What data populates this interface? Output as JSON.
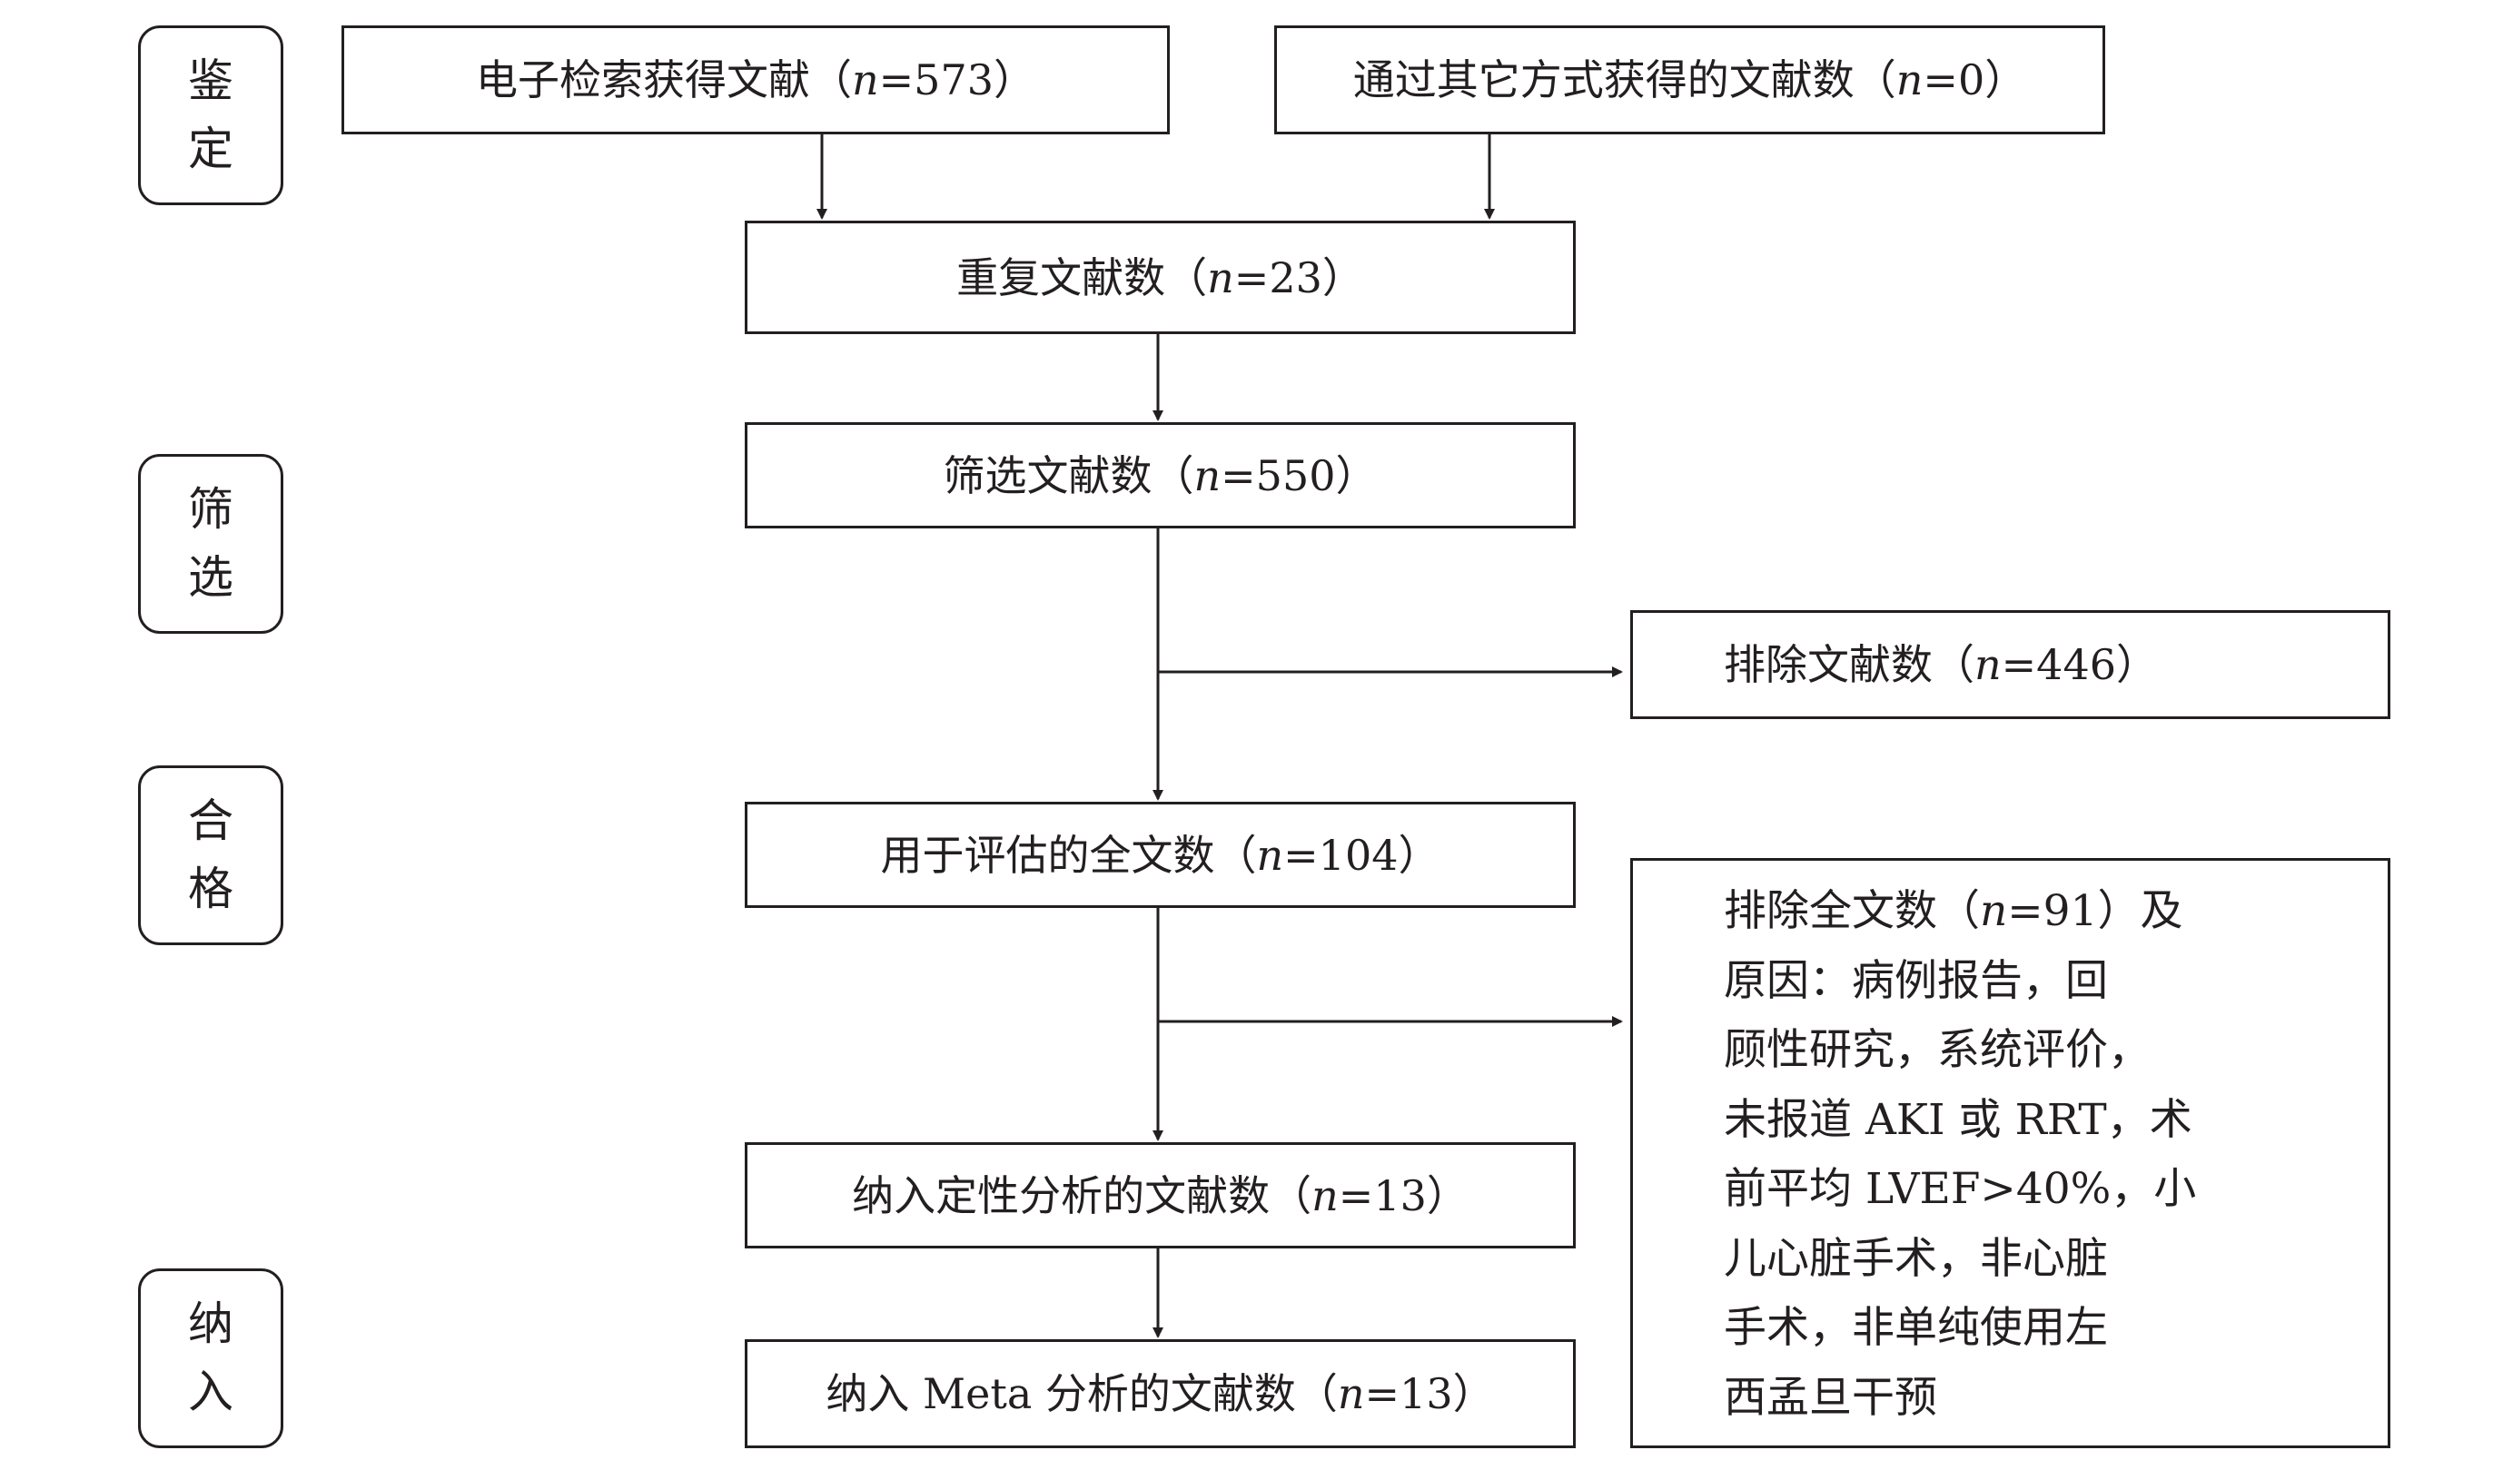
{
  "stages": {
    "identification": [
      "鉴",
      "定"
    ],
    "screening": [
      "筛",
      "选"
    ],
    "eligibility": [
      "合",
      "格"
    ],
    "included": [
      "纳",
      "入"
    ]
  },
  "boxes": {
    "electronic_search": {
      "text": "电子检索获得文献（",
      "n": "n",
      "value": "=573",
      "close": "）"
    },
    "other_sources": {
      "text": "通过其它方式获得的文献数（",
      "n": "n",
      "value": "=0",
      "close": "）"
    },
    "duplicates": {
      "text": "重复文献数（",
      "n": "n",
      "value": "=23",
      "close": "）"
    },
    "screened": {
      "text": "筛选文献数（",
      "n": "n",
      "value": "=550",
      "close": "）"
    },
    "excluded": {
      "text": "排除文献数（",
      "n": "n",
      "value": "=446",
      "close": "）"
    },
    "full_text_assessed": {
      "text": "用于评估的全文数（",
      "n": "n",
      "value": "=104",
      "close": "）"
    },
    "qualitative": {
      "text": "纳入定性分析的文献数（",
      "n": "n",
      "value": "=13",
      "close": "）"
    },
    "meta_analysis": {
      "text": "纳入 Meta 分析的文献数（",
      "n": "n",
      "value": "=13",
      "close": "）"
    }
  },
  "full_text_excluded": {
    "first_line_prefix": "排除全文数（",
    "n": "n",
    "value": "=91",
    "first_line_suffix": "）及",
    "lines": [
      "原因：病例报告，回",
      "顾性研究，系统评价，",
      "未报道 AKI 或 RRT，术",
      "前平均 LVEF>40%，小",
      "儿心脏手术，非心脏",
      "手术，非单纯使用左",
      "西孟旦干预"
    ]
  }
}
